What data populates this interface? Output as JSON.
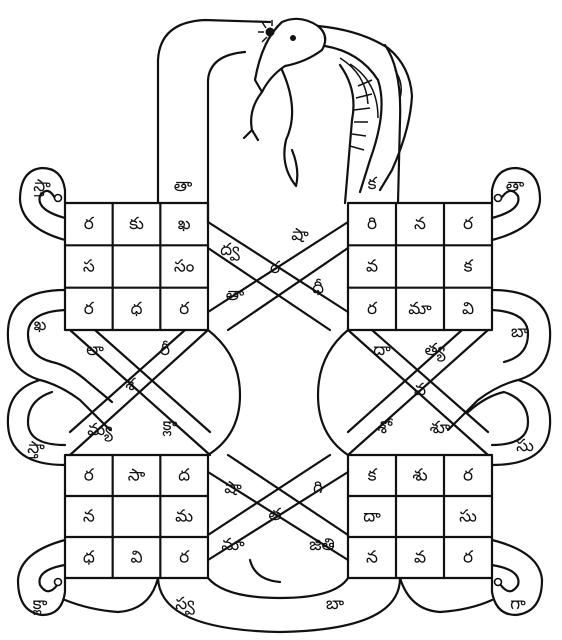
{
  "grids": {
    "top_left": [
      [
        "ర",
        "కు",
        "ఖ"
      ],
      [
        "స",
        "",
        "సం"
      ],
      [
        "ర",
        "ధ",
        "ర"
      ]
    ],
    "top_right": [
      [
        "రి",
        "న",
        "ర"
      ],
      [
        "వ",
        "",
        "క"
      ],
      [
        "ర",
        "మా",
        "వి"
      ]
    ],
    "bottom_left": [
      [
        "ర",
        "సా",
        "ద"
      ],
      [
        "న",
        "",
        "మ"
      ],
      [
        "ధ",
        "వి",
        "ర"
      ]
    ],
    "bottom_right": [
      [
        "క",
        "శు",
        "ర"
      ],
      [
        "దా",
        "",
        "సు"
      ],
      [
        "న",
        "వ",
        "ర"
      ]
    ]
  },
  "top_cross": {
    "left": "ద్వ",
    "top": "షా",
    "center": "ర",
    "bottom_left": "తా",
    "right": "ధీ"
  },
  "bottom_cross": {
    "top_left": "షా",
    "top_right": "గి",
    "center": "త",
    "bottom_left": "మా",
    "bottom_right": "జితి"
  },
  "left_cross": {
    "top_left": "లా",
    "top_right": "రీ",
    "center": "శ",
    "bottom_left": "మ్య",
    "bottom_right": "క్లా"
  },
  "right_cross": {
    "top_left": "దా",
    "top_right": "త్య",
    "center": "వ",
    "bottom_left": "శో",
    "bottom_right": "శూ"
  },
  "outer_letters": {
    "top_left_loop": "స్తా",
    "top_above_grid": "తా",
    "top_right_above": "క",
    "top_right_loop": "తా",
    "left_upper": "ఖ",
    "left_lower": "స్తా",
    "right_upper": "బా",
    "right_lower": "సు",
    "bottom_left_loop": "క్లా",
    "bottom_left_mid": "స్వ",
    "bottom_mid": "బా",
    "bottom_right_loop": "గా"
  }
}
